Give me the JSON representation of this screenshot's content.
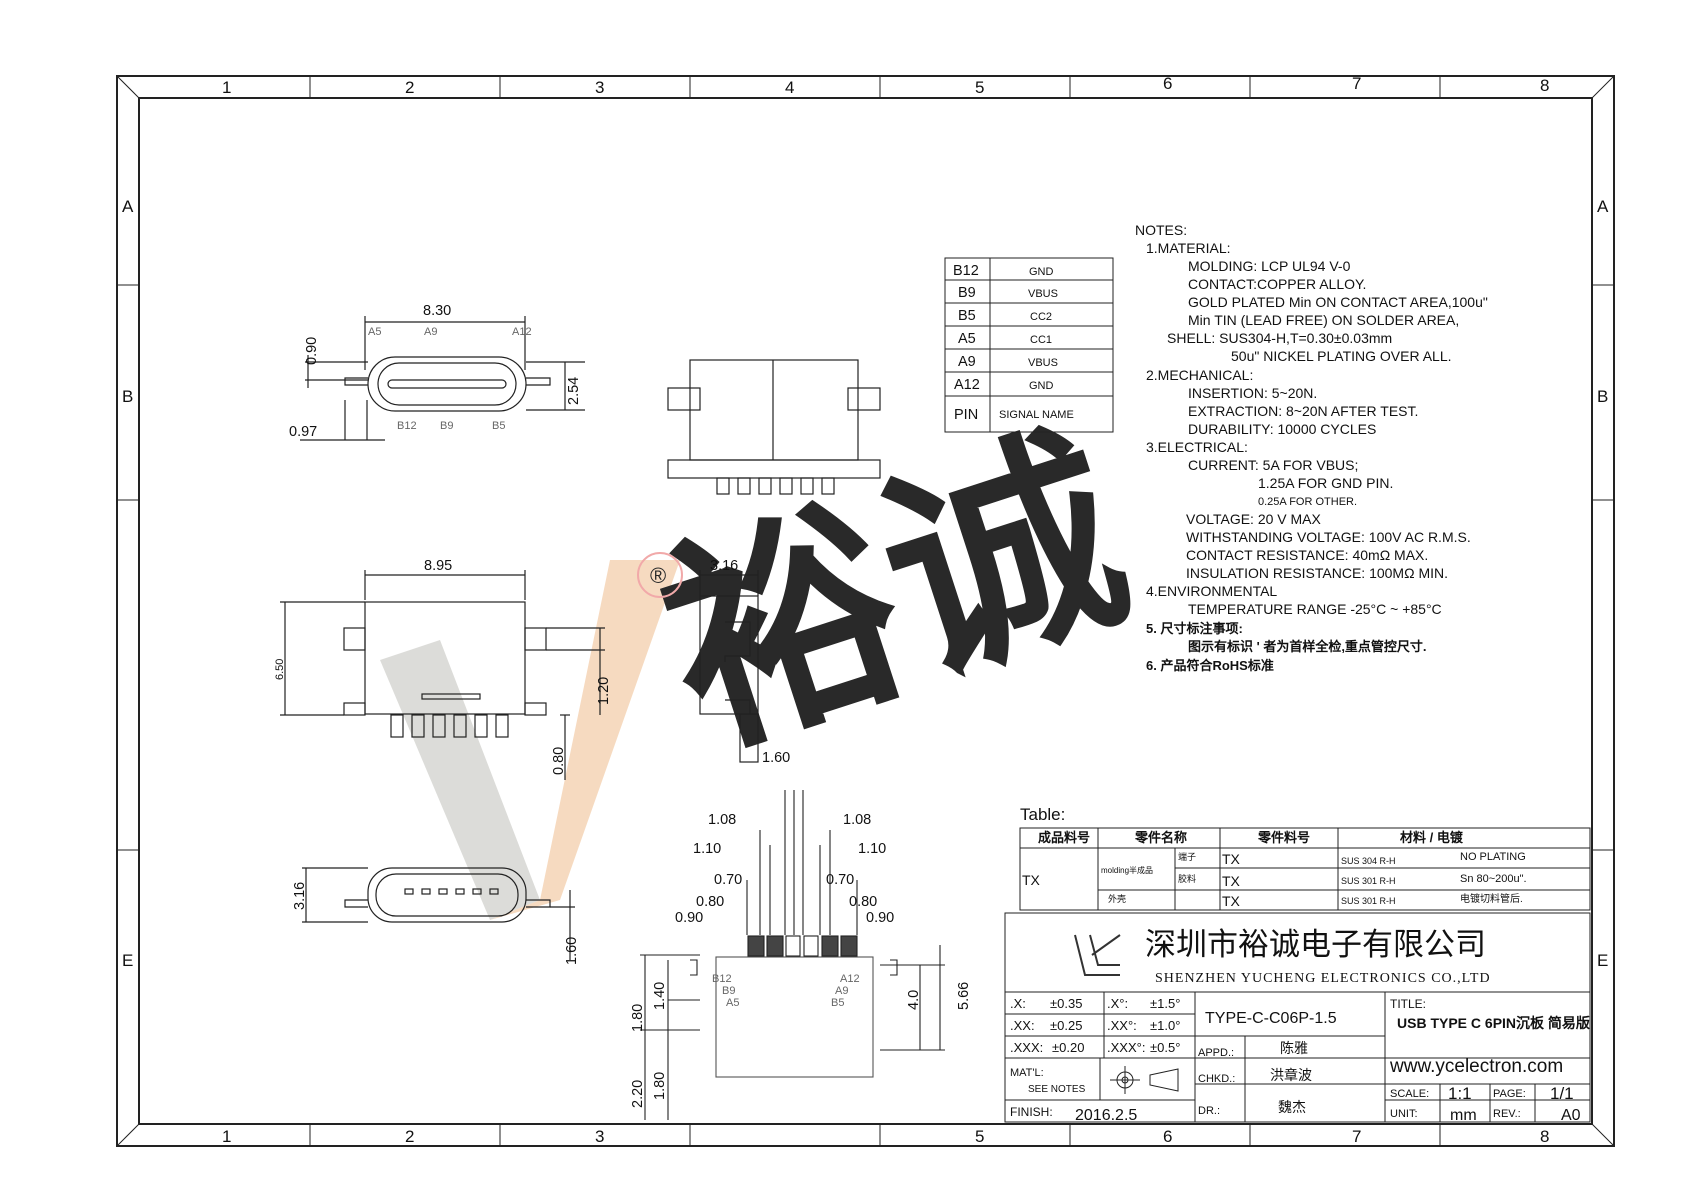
{
  "frame": {
    "cols": [
      "1",
      "2",
      "3",
      "4",
      "5",
      "6",
      "7",
      "8"
    ],
    "rows": [
      "A",
      "B",
      "E"
    ]
  },
  "pin_table": {
    "rows": [
      {
        "pin": "B12",
        "signal": "GND"
      },
      {
        "pin": "B9",
        "signal": "VBUS"
      },
      {
        "pin": "B5",
        "signal": "CC2"
      },
      {
        "pin": "A5",
        "signal": "CC1"
      },
      {
        "pin": "A9",
        "signal": "VBUS"
      },
      {
        "pin": "A12",
        "signal": "GND"
      }
    ],
    "header_pin": "PIN",
    "header_signal": "SIGNAL  NAME"
  },
  "notes": [
    "NOTES:",
    "1.MATERIAL:",
    "MOLDING: LCP UL94 V-0",
    "CONTACT:COPPER ALLOY.",
    "GOLD PLATED Min ON CONTACT AREA,100u\"",
    "Min TIN (LEAD FREE) ON SOLDER AREA,",
    "SHELL: SUS304-H,T=0.30±0.03mm",
    "50u\" NICKEL PLATING OVER ALL.",
    "2.MECHANICAL:",
    "INSERTION: 5~20N.",
    "EXTRACTION: 8~20N AFTER TEST.",
    "DURABILITY: 10000 CYCLES",
    "3.ELECTRICAL:",
    "CURRENT: 5A FOR VBUS;",
    "1.25A FOR GND PIN.",
    "0.25A FOR OTHER.",
    "VOLTAGE: 20 V MAX",
    "WITHSTANDING VOLTAGE: 100V AC R.M.S.",
    "CONTACT RESISTANCE: 40mΩ MAX.",
    "INSULATION RESISTANCE: 100MΩ MIN.",
    "4.ENVIRONMENTAL",
    "TEMPERATURE RANGE -25°C ~ +85°C",
    "5. 尺寸标注事项:",
    "图示有标识 ' 者为首样全检,重点管控尺寸.",
    "6. 产品符合RoHS标准"
  ],
  "dims": {
    "top_width": "8.30",
    "top_h1": "0.90",
    "top_pad": "0.97",
    "top_height": "2.54",
    "mid_width": "8.95",
    "mid_height": "6.50",
    "mid_1": "1.20",
    "mid_2": "0.80",
    "side_width": "3.16",
    "side_1": "1.60",
    "bot_height": "3.16",
    "bot_1": "1.60",
    "fp_108_l": "1.08",
    "fp_108_r": "1.08",
    "fp_110_l": "1.10",
    "fp_110_r": "1.10",
    "fp_070_l": "0.70",
    "fp_070_r": "0.70",
    "fp_080_l": "0.80",
    "fp_080_r": "0.80",
    "fp_090_l": "0.90",
    "fp_090_r": "0.90",
    "fp_180": "1.80",
    "fp_140": "1.40",
    "fp_220": "2.20",
    "fp_180b": "1.80",
    "fp_40": "4.0",
    "fp_566": "5.66"
  },
  "pin_labels": {
    "a5": "A5",
    "a9": "A9",
    "a12": "A12",
    "b12": "B12",
    "b9": "B9",
    "b5": "B5"
  },
  "watermark": {
    "text": "裕诚",
    "reg": "®"
  },
  "bom": {
    "caption": "Table:",
    "headers": [
      "成品料号",
      "零件名称",
      "零件料号",
      "材料 / 电镀"
    ],
    "product": "TX",
    "group": "molding半成品",
    "rows": [
      {
        "name": "端子",
        "part": "TX",
        "material": "SUS 304 R-H",
        "plating": "NO  PLATING"
      },
      {
        "name": "胶料",
        "part": "TX",
        "material": "SUS 301 R-H",
        "plating": "Sn  80~200u\"."
      },
      {
        "name": "外壳",
        "part": "TX",
        "material": "SUS 301 R-H",
        "plating": "电镀切料管后."
      }
    ]
  },
  "title_block": {
    "company_cn": "深圳市裕诚电子有限公司",
    "company_en": "SHENZHEN  YUCHENG  ELECTRONICS  CO.,LTD",
    "tol": [
      {
        "a": ".X:",
        "b": "±0.35",
        "c": ".X°:",
        "d": "±1.5°"
      },
      {
        "a": ".XX:",
        "b": "±0.25",
        "c": ".XX°:",
        "d": "±1.0°"
      },
      {
        "a": ".XXX:",
        "b": "±0.20",
        "c": ".XXX°:",
        "d": "±0.5°"
      }
    ],
    "part_no": "TYPE-C-C06P-1.5",
    "title_label": "TITLE:",
    "title": "USB TYPE C 6PIN沉板 简易版",
    "appd_label": "APPD.:",
    "appd": "陈雅",
    "chkd_label": "CHKD.:",
    "chkd": "洪章波",
    "dr_label": "DR.:",
    "dr": "魏杰",
    "mat_label": "MAT'L:",
    "mat": "SEE NOTES",
    "finish_label": "FINISH:",
    "finish": "2016.2.5",
    "website": "www.ycelectron.com",
    "scale_label": "SCALE:",
    "scale": "1:1",
    "page_label": "PAGE:",
    "page": "1/1",
    "unit_label": "UNIT:",
    "unit": "mm",
    "rev_label": "REV.:",
    "rev": "A0"
  }
}
